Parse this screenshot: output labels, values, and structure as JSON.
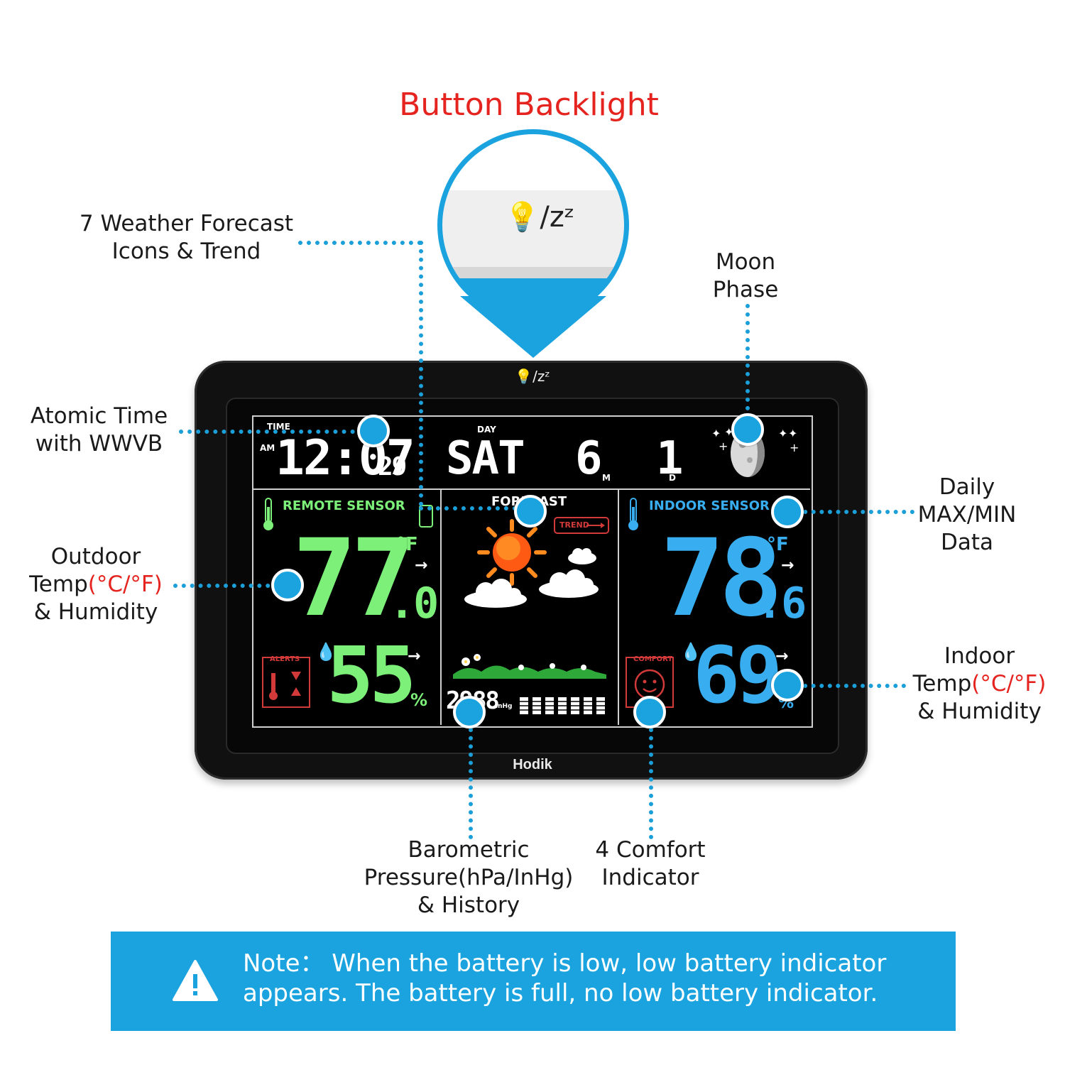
{
  "title": "Button Backlight",
  "callouts": {
    "forecast": [
      "7 Weather Forecast",
      "Icons & Trend"
    ],
    "atomic": [
      "Atomic Time",
      "with WWVB"
    ],
    "moon": [
      "Moon",
      "Phase"
    ],
    "daily": [
      "Daily",
      "MAX/MIN",
      "Data"
    ],
    "outdoor": {
      "l1": "Outdoor",
      "l2a": "Temp",
      "l2b": "(°C/°F)",
      "l3": "& Humidity"
    },
    "indoor": {
      "l1": "Indoor",
      "l2a": "Temp",
      "l2b": "(°C/°F)",
      "l3": "& Humidity"
    },
    "baro": [
      "Barometric",
      "Pressure(hPa/InHg)",
      "& History"
    ],
    "comfort": [
      "4 Comfort",
      "Indicator"
    ]
  },
  "button_label": "💡/zᶻ",
  "device": {
    "brand": "Hodik",
    "button_label": "💡/zᶻ",
    "time": {
      "label": "TIME",
      "ampm": "AM",
      "value": "12:07",
      "seconds": "29"
    },
    "day": {
      "label": "DAY",
      "value": "SAT",
      "month": "6",
      "month_unit": "M",
      "date": "1",
      "date_unit": "D"
    },
    "remote": {
      "label": "REMOTE SENSOR",
      "temp": "77",
      "temp_dec": ".0",
      "temp_unit": "°F",
      "humidity": "55",
      "humidity_unit": "%",
      "alerts_label": "ALERTS"
    },
    "forecast": {
      "label": "FORECAST",
      "trend_label": "TREND",
      "pressure": "2988",
      "pressure_unit": "inHg"
    },
    "indoor": {
      "label": "INDOOR SENSOR",
      "temp": "78",
      "temp_dec": ".6",
      "temp_unit": "°F",
      "humidity": "69",
      "humidity_unit": "%",
      "comfort_label": "COMFORT"
    }
  },
  "note": {
    "line1": "Note：  When the battery is low, low battery indicator",
    "line2": "appears. The battery is full, no low battery indicator."
  },
  "colors": {
    "accent": "#1aa3de",
    "red": "#e52420",
    "green": "#7df07a",
    "blue": "#38aef0"
  }
}
